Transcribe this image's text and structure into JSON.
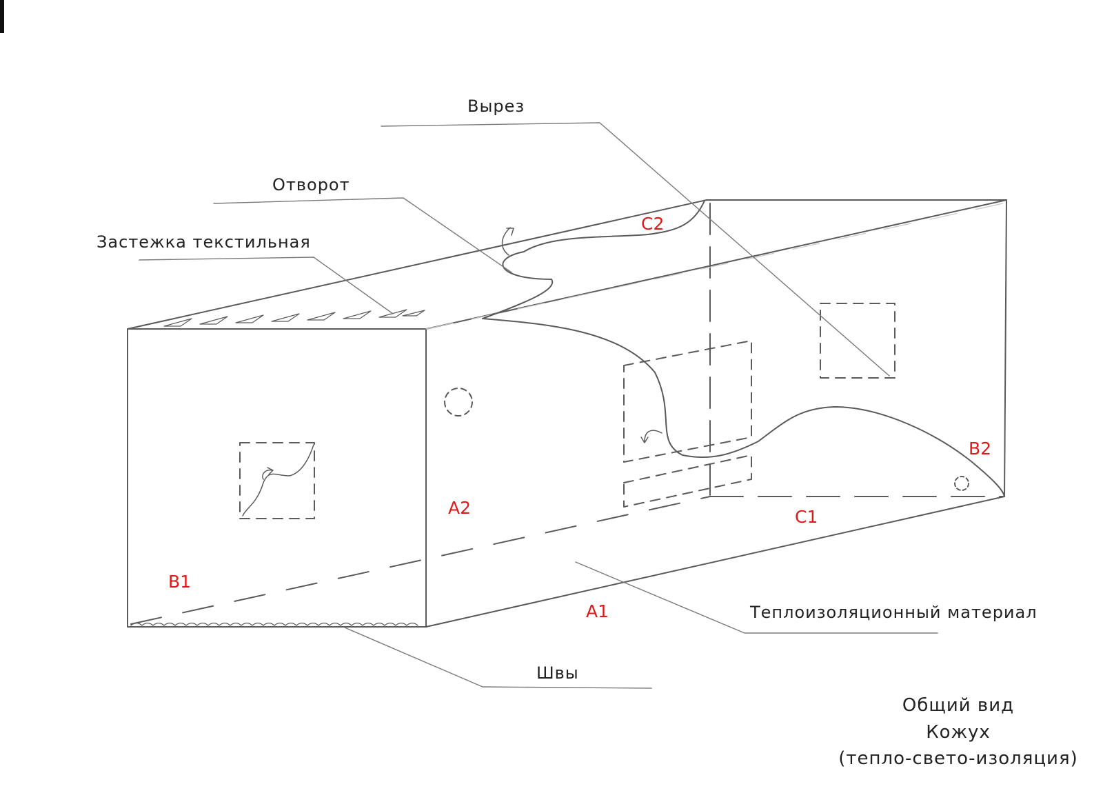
{
  "labels": {
    "cutout": "Вырез",
    "flap": "Отворот",
    "fastener": "Застежка текстильная",
    "insulation": "Теплоизоляционный материал",
    "seams": "Швы"
  },
  "marks": {
    "a1": "A1",
    "a2": "A2",
    "b1": "B1",
    "b2": "B2",
    "c1": "C1",
    "c2": "C2"
  },
  "title": {
    "line1": "Общий вид",
    "line2": "Кожух",
    "line3": "(тепло-свето-изоляция)"
  },
  "colors": {
    "ink": "#555555",
    "marks": "#e01a1a"
  }
}
